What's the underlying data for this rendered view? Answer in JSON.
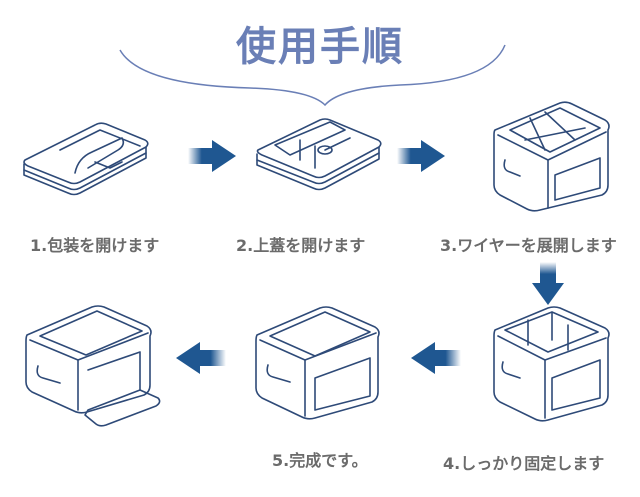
{
  "title": "使用手順",
  "colors": {
    "title": "#6a7fb6",
    "line_art": "#2e4a78",
    "arrow": "#1f5791",
    "label": "#6b6b6b"
  },
  "steps": [
    {
      "label": "1.包装を開けます",
      "illustration": "flat-packed-box-with-wrapping"
    },
    {
      "label": "2.上蓋を開けます",
      "illustration": "flat-box-lid-open"
    },
    {
      "label": "3.ワイヤーを展開します",
      "illustration": "box-unfolding"
    },
    {
      "label": "4.しっかり固定します",
      "illustration": "box-opened-secured"
    },
    {
      "label": "5.完成です。",
      "illustration": "box-closed-complete"
    }
  ],
  "final_illustration": "box-with-front-flap-open",
  "arrows": [
    "right",
    "right",
    "down",
    "left",
    "left"
  ]
}
